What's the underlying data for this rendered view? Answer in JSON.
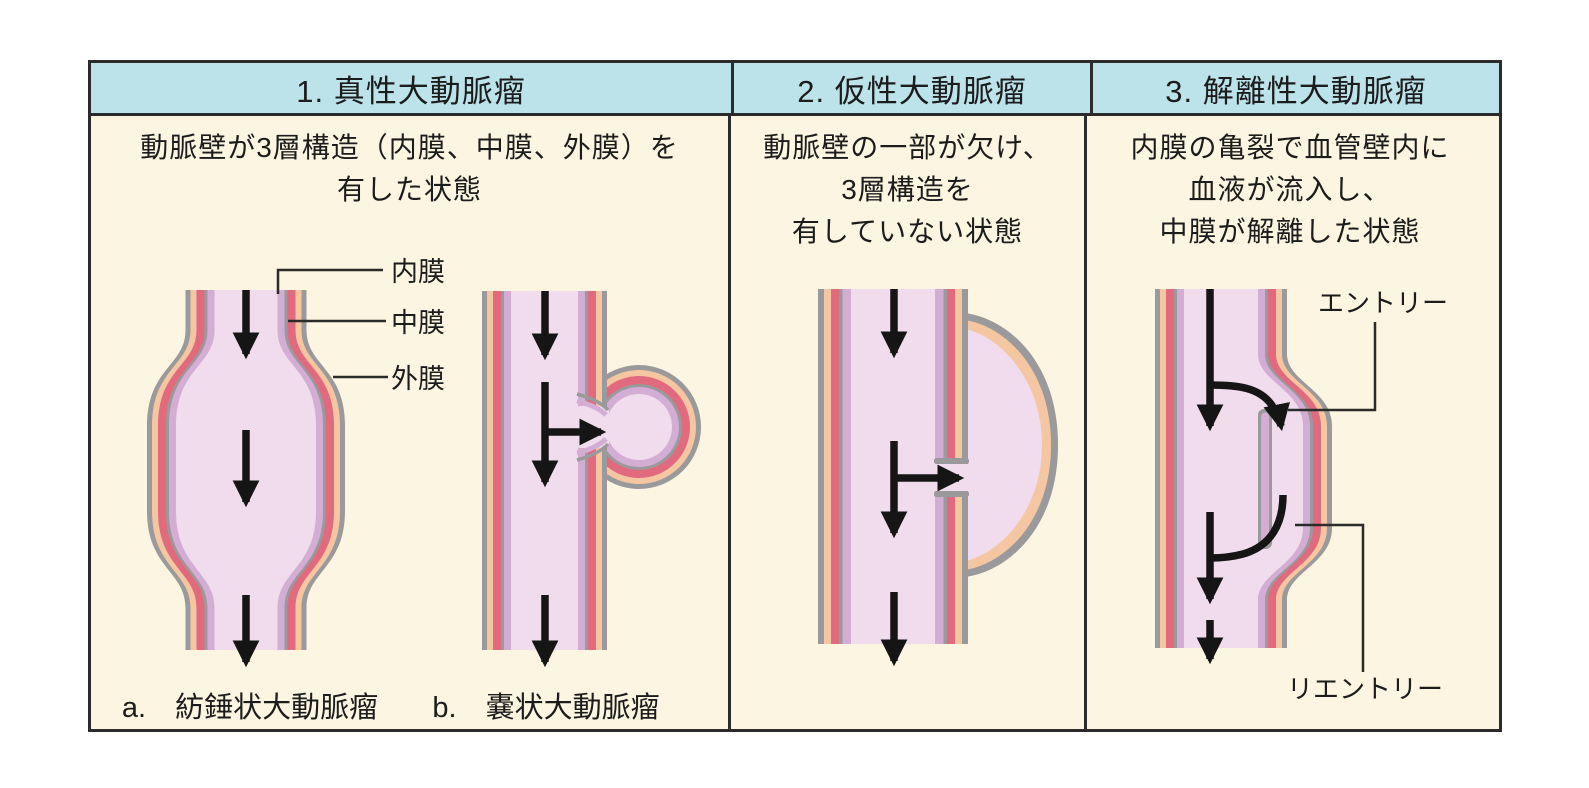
{
  "figure": {
    "type": "medical-diagram",
    "topic": "classification of aortic aneurysms"
  },
  "colors": {
    "header_bg": "#bce2ea",
    "cell_bg": "#fcf5e1",
    "border": "#2b2b2b",
    "adventitia_gray": "#9a999b",
    "adventitia_peach": "#f4c6a1",
    "media_red": "#e26a7f",
    "intima_lavender": "#d4add4",
    "lumen_pink": "#f0dcec",
    "arrow_black": "#151515"
  },
  "columns": [
    {
      "header": "1. 真性大動脈瘤",
      "description_lines": [
        "動脈壁が3層構造（内膜、中膜、外膜）を",
        "有した状態"
      ],
      "layer_labels": {
        "intima": "内膜",
        "media": "中膜",
        "adventitia": "外膜"
      },
      "captions": {
        "a": "a.　紡錘状大動脈瘤",
        "b": "b.　嚢状大動脈瘤"
      }
    },
    {
      "header": "2. 仮性大動脈瘤",
      "description_lines": [
        "動脈壁の一部が欠け、",
        "3層構造を",
        "有していない状態"
      ]
    },
    {
      "header": "3. 解離性大動脈瘤",
      "description_lines": [
        "内膜の亀裂で血管壁内に",
        "血液が流入し、",
        "中膜が解離した状態"
      ],
      "flow_labels": {
        "entry": "エントリー",
        "reentry": "リエントリー"
      }
    }
  ]
}
